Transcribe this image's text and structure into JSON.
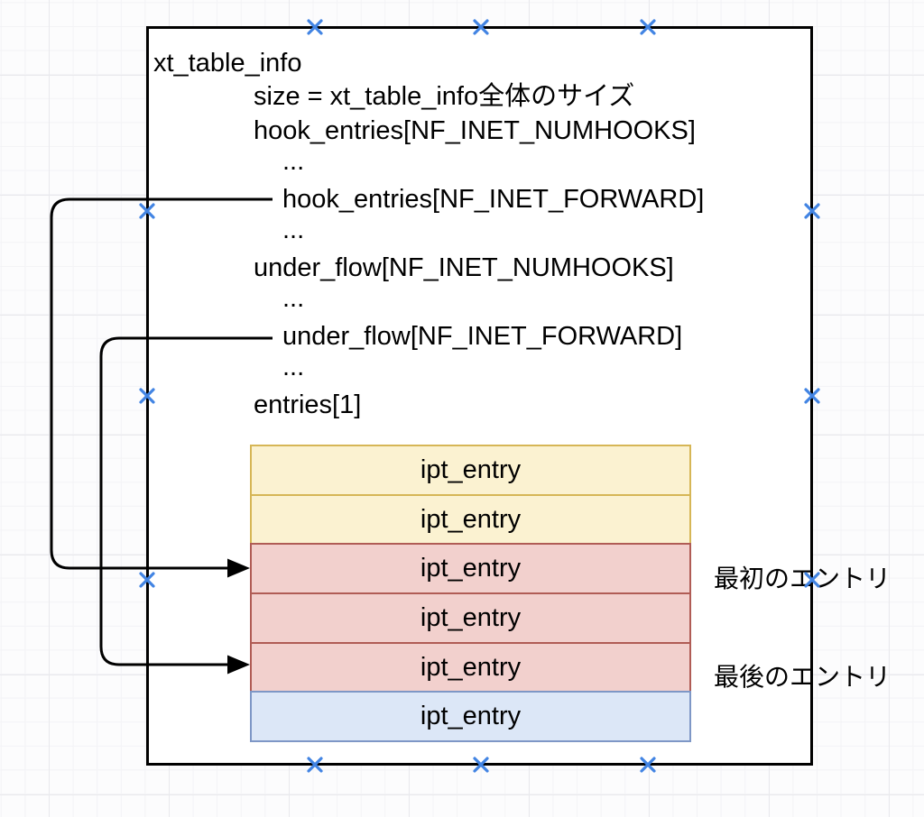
{
  "canvas": {
    "background": "#FCFCFD",
    "grid_minor_color": "#F3F3F6",
    "grid_major_color": "#E9E9ED",
    "connection_marker_color": "#4284E3"
  },
  "struct_box": {
    "title": "xt_table_info",
    "fields": [
      {
        "text": "size = xt_table_info全体のサイズ"
      },
      {
        "text": "hook_entries[NF_INET_NUMHOOKS]"
      },
      {
        "text": "..."
      },
      {
        "text": "hook_entries[NF_INET_FORWARD]"
      },
      {
        "text": "..."
      },
      {
        "text": "under_flow[NF_INET_NUMHOOKS]"
      },
      {
        "text": "..."
      },
      {
        "text": "under_flow[NF_INET_FORWARD]"
      },
      {
        "text": "..."
      },
      {
        "text": "entries[1]"
      }
    ]
  },
  "entries_stack": {
    "rows": [
      {
        "label": "ipt_entry",
        "color_name": "yellow",
        "fill": "#FBF2D1",
        "stroke": "#D6B656"
      },
      {
        "label": "ipt_entry",
        "color_name": "yellow",
        "fill": "#FBF2D1",
        "stroke": "#D6B656"
      },
      {
        "label": "ipt_entry",
        "color_name": "red",
        "fill": "#F2D0CD",
        "stroke": "#B05C55"
      },
      {
        "label": "ipt_entry",
        "color_name": "red",
        "fill": "#F2D0CD",
        "stroke": "#B05C55"
      },
      {
        "label": "ipt_entry",
        "color_name": "red",
        "fill": "#F2D0CD",
        "stroke": "#B05C55"
      },
      {
        "label": "ipt_entry",
        "color_name": "blue",
        "fill": "#DCE7F7",
        "stroke": "#7E97C6"
      }
    ]
  },
  "annotations": [
    {
      "text": "最初のエントリ"
    },
    {
      "text": "最後のエントリ"
    }
  ],
  "arrows": [
    {
      "from": "hook_entries[NF_INET_FORWARD]",
      "to_row_index": 2
    },
    {
      "from": "under_flow[NF_INET_FORWARD]",
      "to_row_index": 4
    }
  ]
}
